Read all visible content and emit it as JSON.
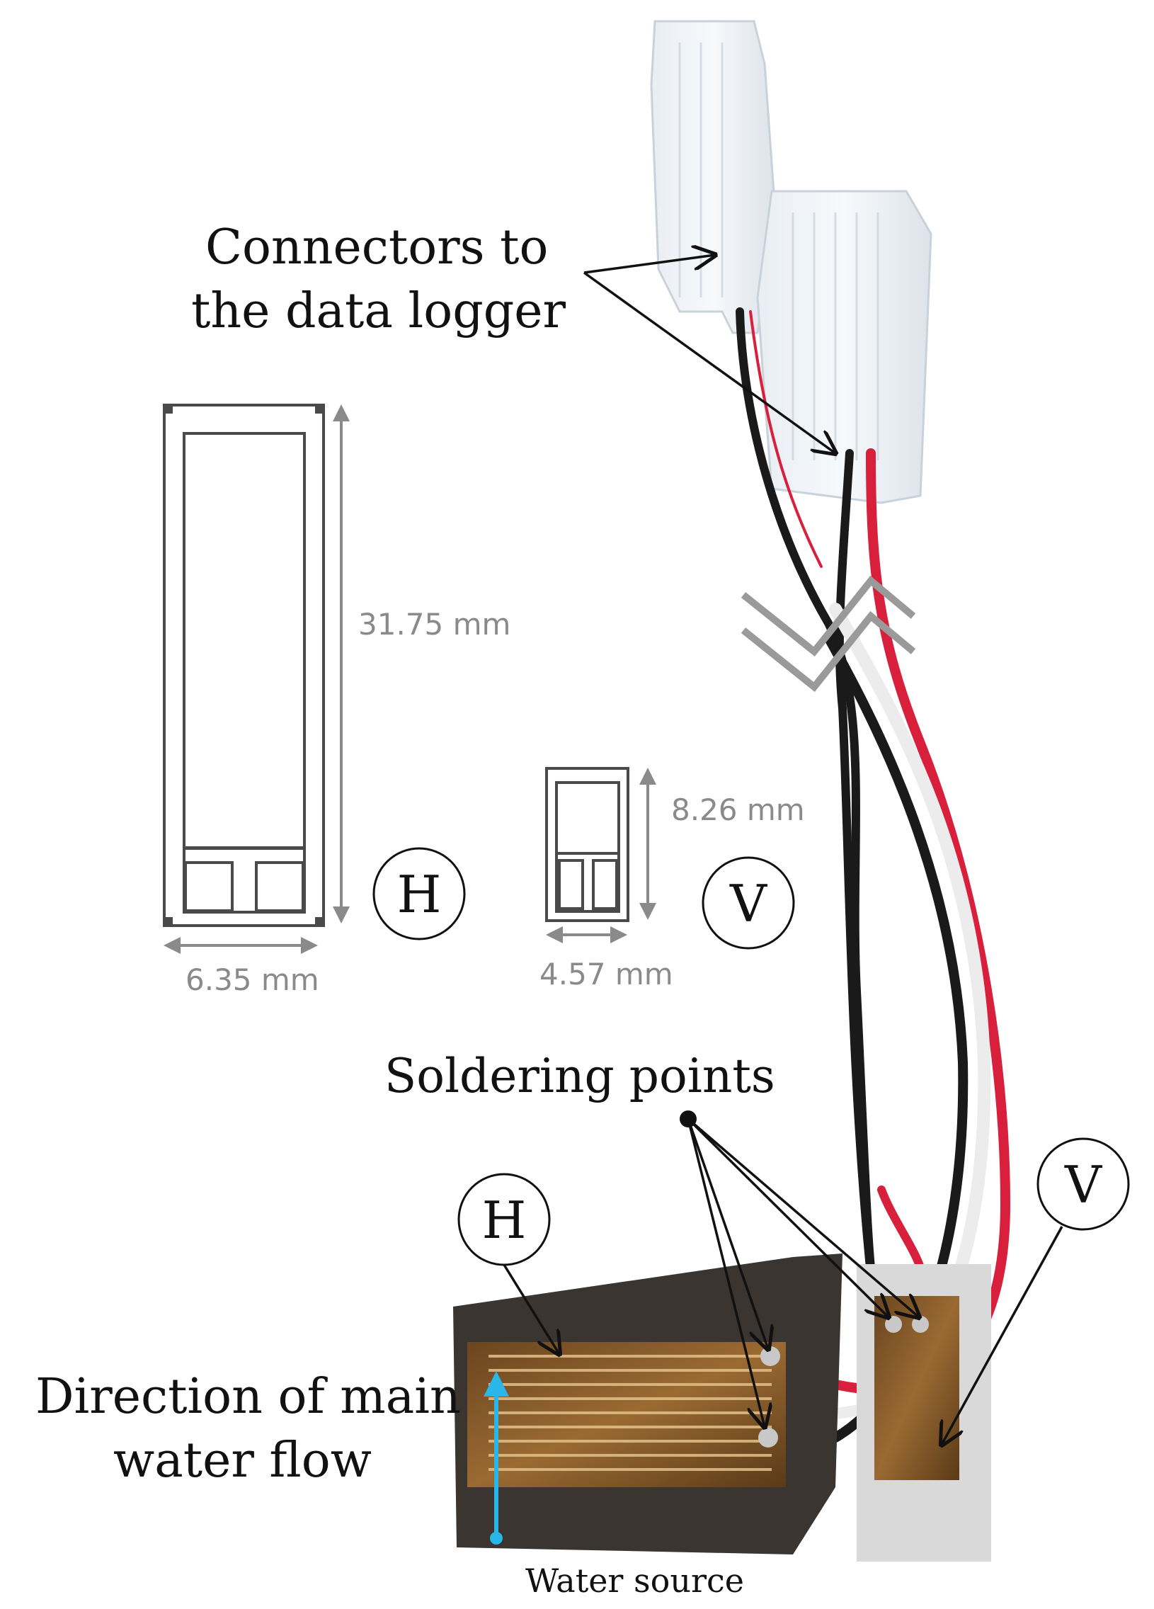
{
  "labels": {
    "connectors_line1": "Connectors to",
    "connectors_line2": "the data logger",
    "soldering_points": "Soldering points",
    "direction_line1": "Direction of main",
    "direction_line2": "water flow",
    "water_source": "Water source"
  },
  "gauges": {
    "h": {
      "tag": "H",
      "length": "31.75 mm",
      "width": "6.35 mm"
    },
    "v": {
      "tag": "V",
      "length": "8.26 mm",
      "width": "4.57 mm"
    }
  },
  "photo_tags": {
    "h": "H",
    "v": "V"
  },
  "colors": {
    "wire_red": "#d8203c",
    "wire_black": "#1a1a1a",
    "wire_white": "#f2f2f2",
    "flow_arrow": "#29b6e8",
    "dimension_gray": "#8a8a8a",
    "copper_foil": "#8a5a2a"
  }
}
